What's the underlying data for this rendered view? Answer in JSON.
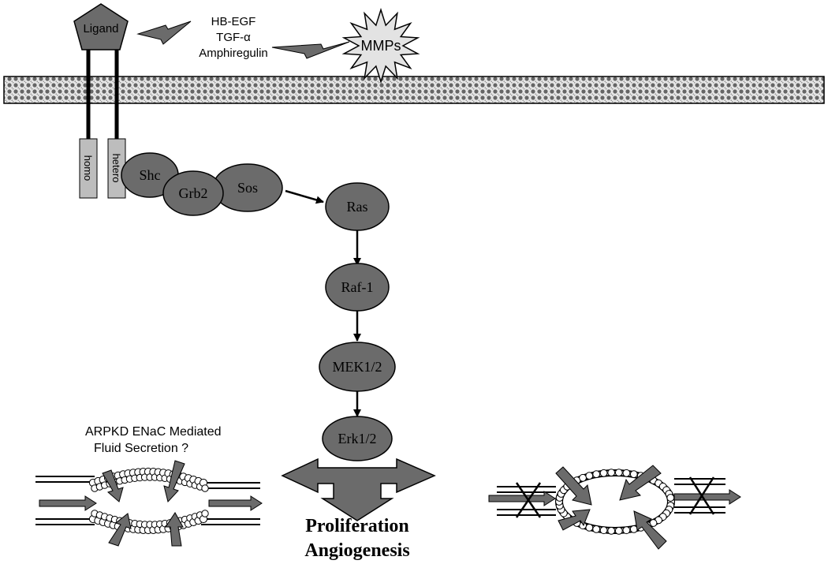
{
  "ligand": {
    "label": "Ligand"
  },
  "growth_factors": {
    "line1": "HB-EGF",
    "line2": "TGF-α",
    "line3": "Amphiregulin"
  },
  "mmps": {
    "label": "MMPs"
  },
  "receptors": {
    "homo": "homo",
    "hetero": "hetero"
  },
  "adaptors": {
    "shc": "Shc",
    "grb2": "Grb2",
    "sos": "Sos"
  },
  "cascade": {
    "ras": "Ras",
    "raf1": "Raf-1",
    "mek": "MEK1/2",
    "erk": "Erk1/2"
  },
  "outcomes": {
    "proliferation": "Proliferation",
    "angiogenesis": "Angiogenesis"
  },
  "question": {
    "line1": "ARPKD ENaC Mediated",
    "line2": "Fluid Secretion ?"
  },
  "colors": {
    "node_fill": "#6b6b6b",
    "node_stroke": "#000000",
    "receptor_fill": "#bdbdbd",
    "membrane": "#cfcfcf"
  }
}
